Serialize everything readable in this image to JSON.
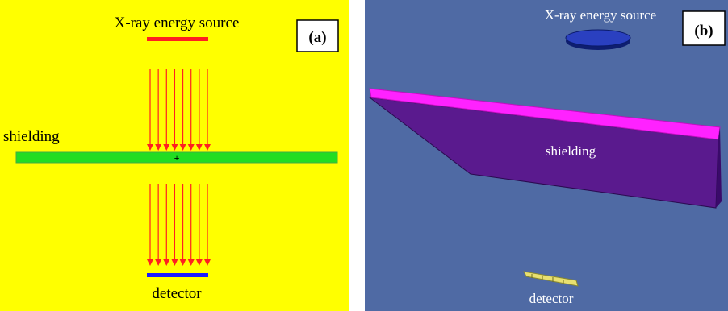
{
  "panel_a": {
    "tag": "(a)",
    "source_label": "X-ray energy source",
    "shielding_label": "shielding",
    "detector_label": "detector",
    "colors": {
      "background": "#ffff00",
      "source": "#ff2020",
      "rays": "#ff2020",
      "shielding": "#22dd22",
      "detector": "#1a1aff"
    },
    "ray_count": 8
  },
  "panel_b": {
    "tag": "(b)",
    "source_label": "X-ray energy source",
    "shielding_label": "shielding",
    "detector_label": "detector",
    "colors": {
      "background": "#4f6aa4",
      "source": "#1c2f9e",
      "shielding_top": "#ff22ff",
      "shielding_face": "#5a1a8e",
      "detector": "#e8e070"
    }
  }
}
